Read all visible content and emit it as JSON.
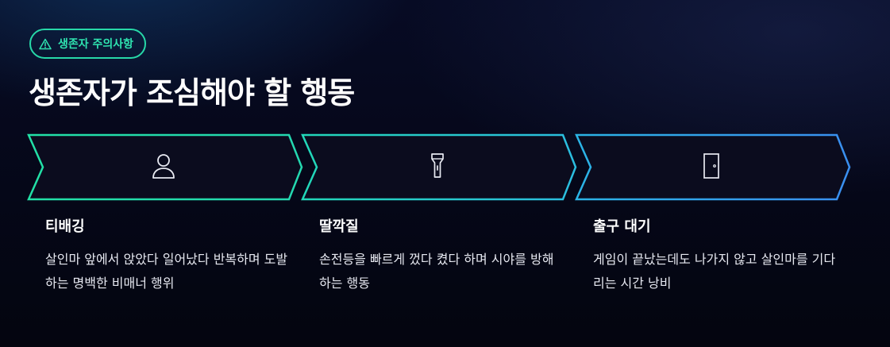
{
  "badge": {
    "icon": "warning-triangle-icon",
    "label": "생존자 주의사항",
    "color": "#2fe3b0"
  },
  "page_title": "생존자가 조심해야 할 행동",
  "steps": [
    {
      "icon": "person-icon",
      "color": "#27e0a8",
      "title": "티배깅",
      "description": "살인마 앞에서 앉았다 일어났다 반복하며 도발하는 명백한 비매너 행위"
    },
    {
      "icon": "flashlight-icon",
      "color": "#2bc7d8",
      "title": "딸깍질",
      "description": "손전등을 빠르게 껐다 켰다 하며 시야를 방해하는 행동"
    },
    {
      "icon": "door-icon",
      "color": "#3a8ff0",
      "title": "출구 대기",
      "description": "게임이 끝났는데도 나가지 않고 살인마를 기다리는 시간 낭비"
    }
  ]
}
